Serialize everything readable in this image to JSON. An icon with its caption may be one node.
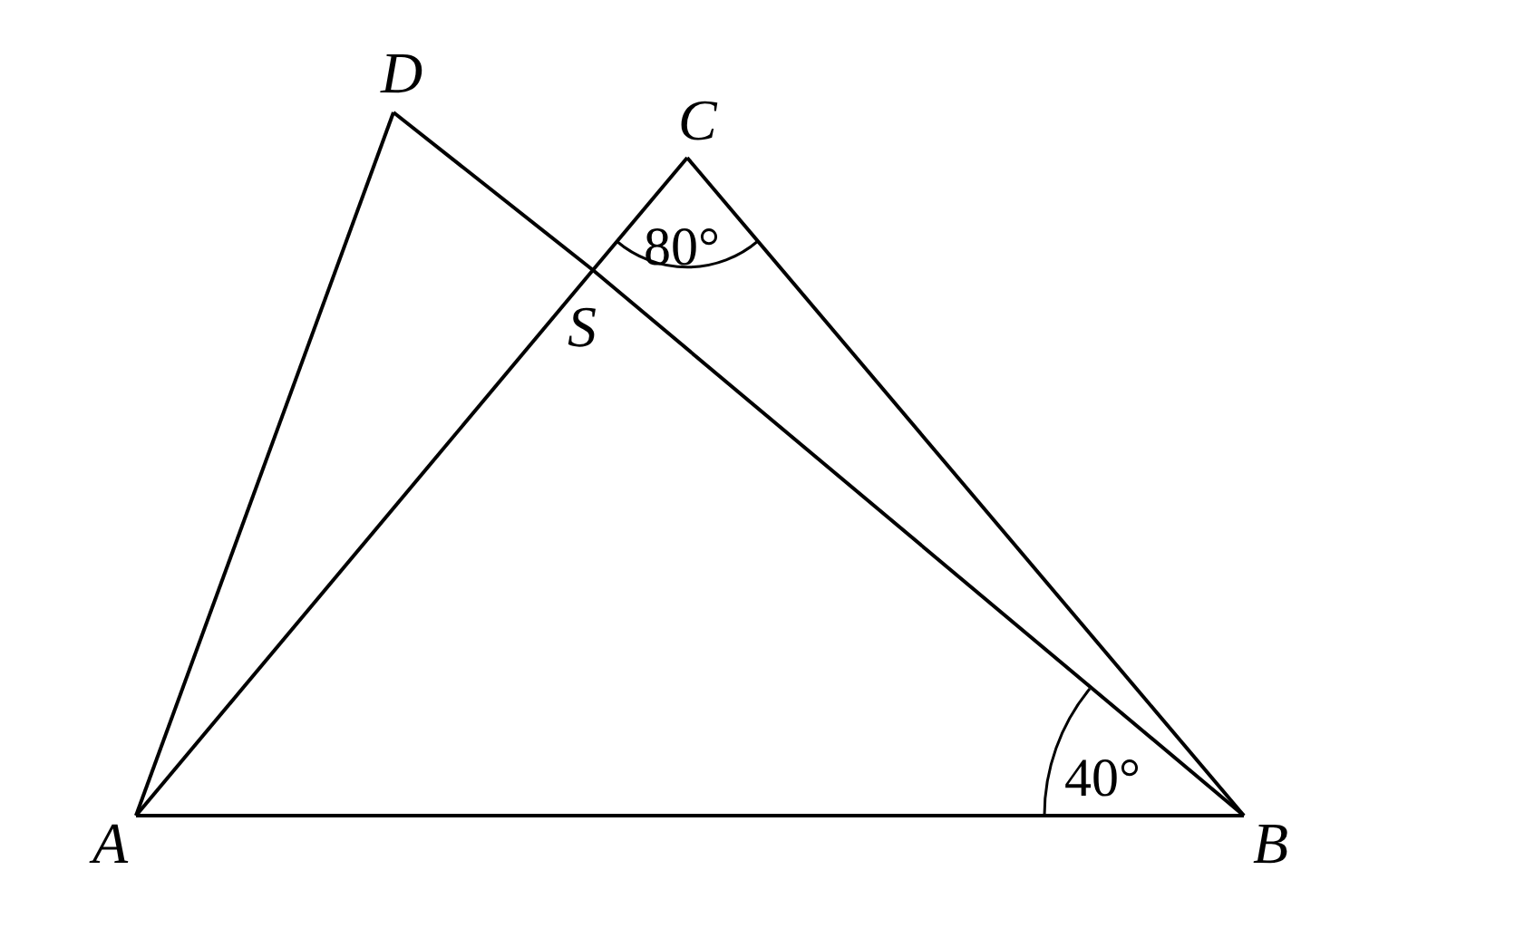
{
  "diagram": {
    "nodes": [
      {
        "text": [
          "A"
        ]
      },
      {
        "text": [
          "B"
        ]
      },
      {
        "text": [
          "C"
        ]
      },
      {
        "text": [
          "D"
        ]
      },
      {
        "text": [
          "S"
        ]
      }
    ],
    "edges": [
      {
        "from": 0,
        "to": 1,
        "arrow": "none"
      },
      {
        "from": 1,
        "to": 2,
        "arrow": "none"
      },
      {
        "from": 0,
        "to": 4,
        "arrow": "none"
      },
      {
        "from": 4,
        "to": 2,
        "arrow": "none"
      },
      {
        "from": 0,
        "to": 3,
        "arrow": "none"
      },
      {
        "from": 3,
        "to": 4,
        "arrow": "none"
      },
      {
        "from": 4,
        "to": 1,
        "arrow": "none"
      }
    ],
    "labels": [
      "80°",
      "40°"
    ]
  }
}
